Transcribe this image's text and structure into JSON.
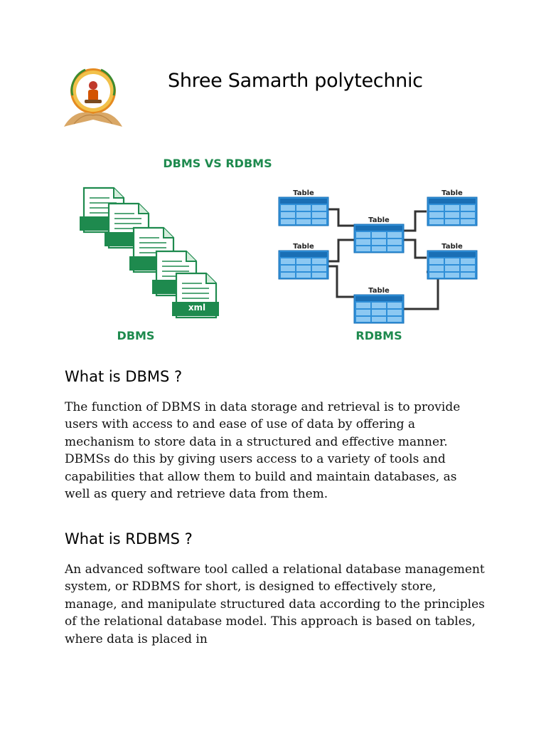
{
  "header": {
    "institution_name": "Shree Samarth polytechnic",
    "logo_icon": "college-emblem-icon"
  },
  "diagram": {
    "title": "DBMS VS RDBMS",
    "dbms_label": "DBMS",
    "rdbms_label": "RDBMS",
    "file_tag_text": "xml",
    "table_label": "Table",
    "colors": {
      "green": "#1e8a4e",
      "blue": "#2f8fd8",
      "connector": "#333333"
    }
  },
  "sections": [
    {
      "heading": "What is DBMS ?",
      "body": "The function of DBMS in data storage and retrieval is to provide users with access to and ease of use of data by offering a mechanism to store data in a structured and effective manner. DBMSs do this by giving users access to a variety of tools and capabilities that allow them to build and maintain databases, as well as query and retrieve data from them."
    },
    {
      "heading": "What is RDBMS ?",
      "body": "An advanced software tool called a relational database management system, or RDBMS for short, is designed to effectively store, manage, and manipulate structured data according to the principles of the relational database model. This approach is based on tables, where data is placed in"
    }
  ]
}
